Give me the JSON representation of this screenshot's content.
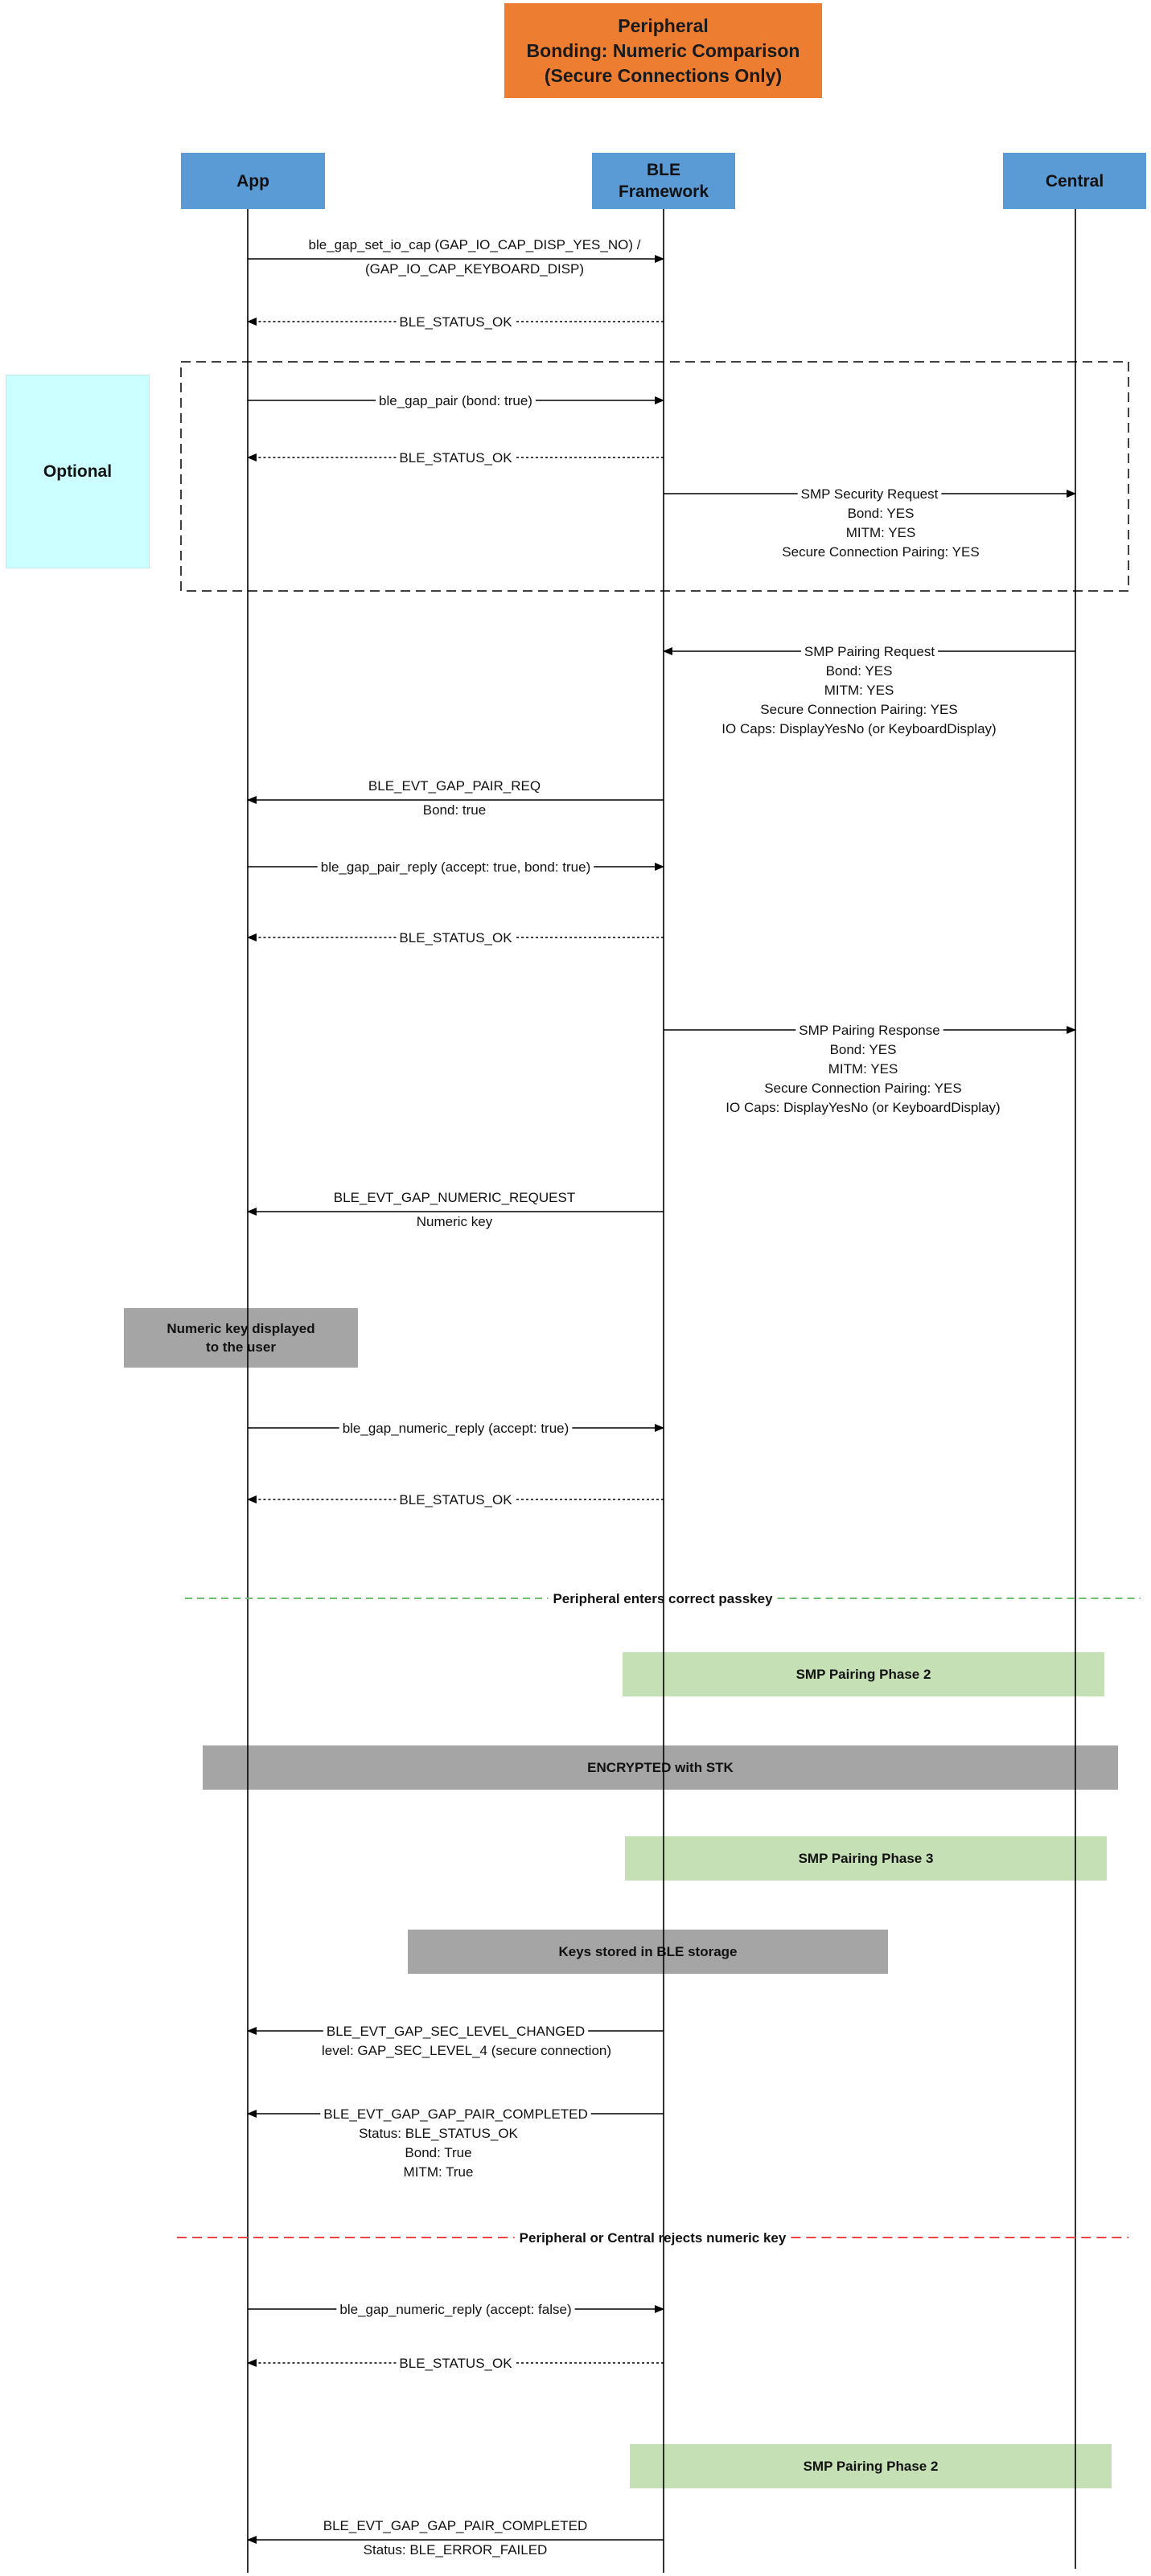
{
  "title": "Peripheral\nBonding: Numeric Comparison\n(Secure Connections Only)",
  "actors": {
    "app": "App",
    "ble": "BLE\nFramework",
    "central": "Central"
  },
  "optional_label": "Optional",
  "messages": [
    {
      "id": "m1",
      "from": "app",
      "to": "ble",
      "style": "solid",
      "label": "ble_gap_set_io_cap (GAP_IO_CAP_DISP_YES_NO) /",
      "details": [
        "(GAP_IO_CAP_KEYBOARD_DISP)"
      ]
    },
    {
      "id": "m2",
      "from": "ble",
      "to": "app",
      "style": "dotted",
      "label": "BLE_STATUS_OK",
      "details": []
    },
    {
      "id": "m3",
      "from": "app",
      "to": "ble",
      "style": "solid",
      "label": "ble_gap_pair (bond: true)",
      "details": []
    },
    {
      "id": "m4",
      "from": "ble",
      "to": "app",
      "style": "dotted",
      "label": "BLE_STATUS_OK",
      "details": []
    },
    {
      "id": "m5",
      "from": "ble",
      "to": "central",
      "style": "solid",
      "label": "SMP Security Request",
      "details": [
        "Bond: YES",
        "MITM: YES",
        "Secure Connection Pairing: YES"
      ]
    },
    {
      "id": "m6",
      "from": "central",
      "to": "ble",
      "style": "solid",
      "label": "SMP Pairing Request",
      "details": [
        "Bond: YES",
        "MITM: YES",
        "Secure Connection Pairing: YES",
        "IO Caps: DisplayYesNo (or KeyboardDisplay)"
      ]
    },
    {
      "id": "m7",
      "from": "ble",
      "to": "app",
      "style": "solid",
      "label": "BLE_EVT_GAP_PAIR_REQ",
      "details": [
        "Bond: true"
      ]
    },
    {
      "id": "m8",
      "from": "app",
      "to": "ble",
      "style": "solid",
      "label": "ble_gap_pair_reply (accept: true, bond: true)",
      "details": []
    },
    {
      "id": "m9",
      "from": "ble",
      "to": "app",
      "style": "dotted",
      "label": "BLE_STATUS_OK",
      "details": []
    },
    {
      "id": "m10",
      "from": "ble",
      "to": "central",
      "style": "solid",
      "label": "SMP Pairing Response",
      "details": [
        "Bond: YES",
        "MITM: YES",
        "Secure Connection Pairing: YES",
        "IO Caps: DisplayYesNo (or KeyboardDisplay)"
      ]
    },
    {
      "id": "m11",
      "from": "ble",
      "to": "app",
      "style": "solid",
      "label": "BLE_EVT_GAP_NUMERIC_REQUEST",
      "details": [
        "Numeric key"
      ]
    },
    {
      "id": "m12",
      "from": "app",
      "to": "ble",
      "style": "solid",
      "label": "ble_gap_numeric_reply (accept: true)",
      "details": []
    },
    {
      "id": "m13",
      "from": "ble",
      "to": "app",
      "style": "dotted",
      "label": "BLE_STATUS_OK",
      "details": []
    },
    {
      "id": "m14",
      "from": "ble",
      "to": "app",
      "style": "solid",
      "label": "BLE_EVT_GAP_SEC_LEVEL_CHANGED",
      "details": [
        "level:  GAP_SEC_LEVEL_4 (secure connection)"
      ]
    },
    {
      "id": "m15",
      "from": "ble",
      "to": "app",
      "style": "solid",
      "label": "BLE_EVT_GAP_GAP_PAIR_COMPLETED",
      "details": [
        "Status: BLE_STATUS_OK",
        "Bond: True",
        "MITM: True"
      ]
    },
    {
      "id": "m16",
      "from": "app",
      "to": "ble",
      "style": "solid",
      "label": "ble_gap_numeric_reply (accept: false)",
      "details": []
    },
    {
      "id": "m17",
      "from": "ble",
      "to": "app",
      "style": "dotted",
      "label": "BLE_STATUS_OK",
      "details": []
    },
    {
      "id": "m18",
      "from": "ble",
      "to": "app",
      "style": "solid",
      "label": "BLE_EVT_GAP_GAP_PAIR_COMPLETED",
      "details": [
        "Status: BLE_ERROR_FAILED"
      ]
    }
  ],
  "notes": {
    "numeric_key": "Numeric key displayed\nto the user",
    "phase2_a": "SMP Pairing Phase 2",
    "encrypted": "ENCRYPTED with STK",
    "phase3": "SMP Pairing Phase 3",
    "keys_stored": "Keys stored in BLE storage",
    "phase2_b": "SMP Pairing Phase 2"
  },
  "separators": [
    {
      "id": "sep1",
      "label": "Peripheral enters correct passkey",
      "color": "#6fbf73"
    },
    {
      "id": "sep2",
      "label": "Peripheral or Central rejects numeric key",
      "color": "#ef4444"
    }
  ],
  "colors": {
    "title_bg": "#ed7d31",
    "actor_bg": "#5b9bd5",
    "optional_bg": "#ccffff",
    "gray_note": "#a5a5a5",
    "green_note": "#c5e0b4",
    "line": "#000000"
  }
}
